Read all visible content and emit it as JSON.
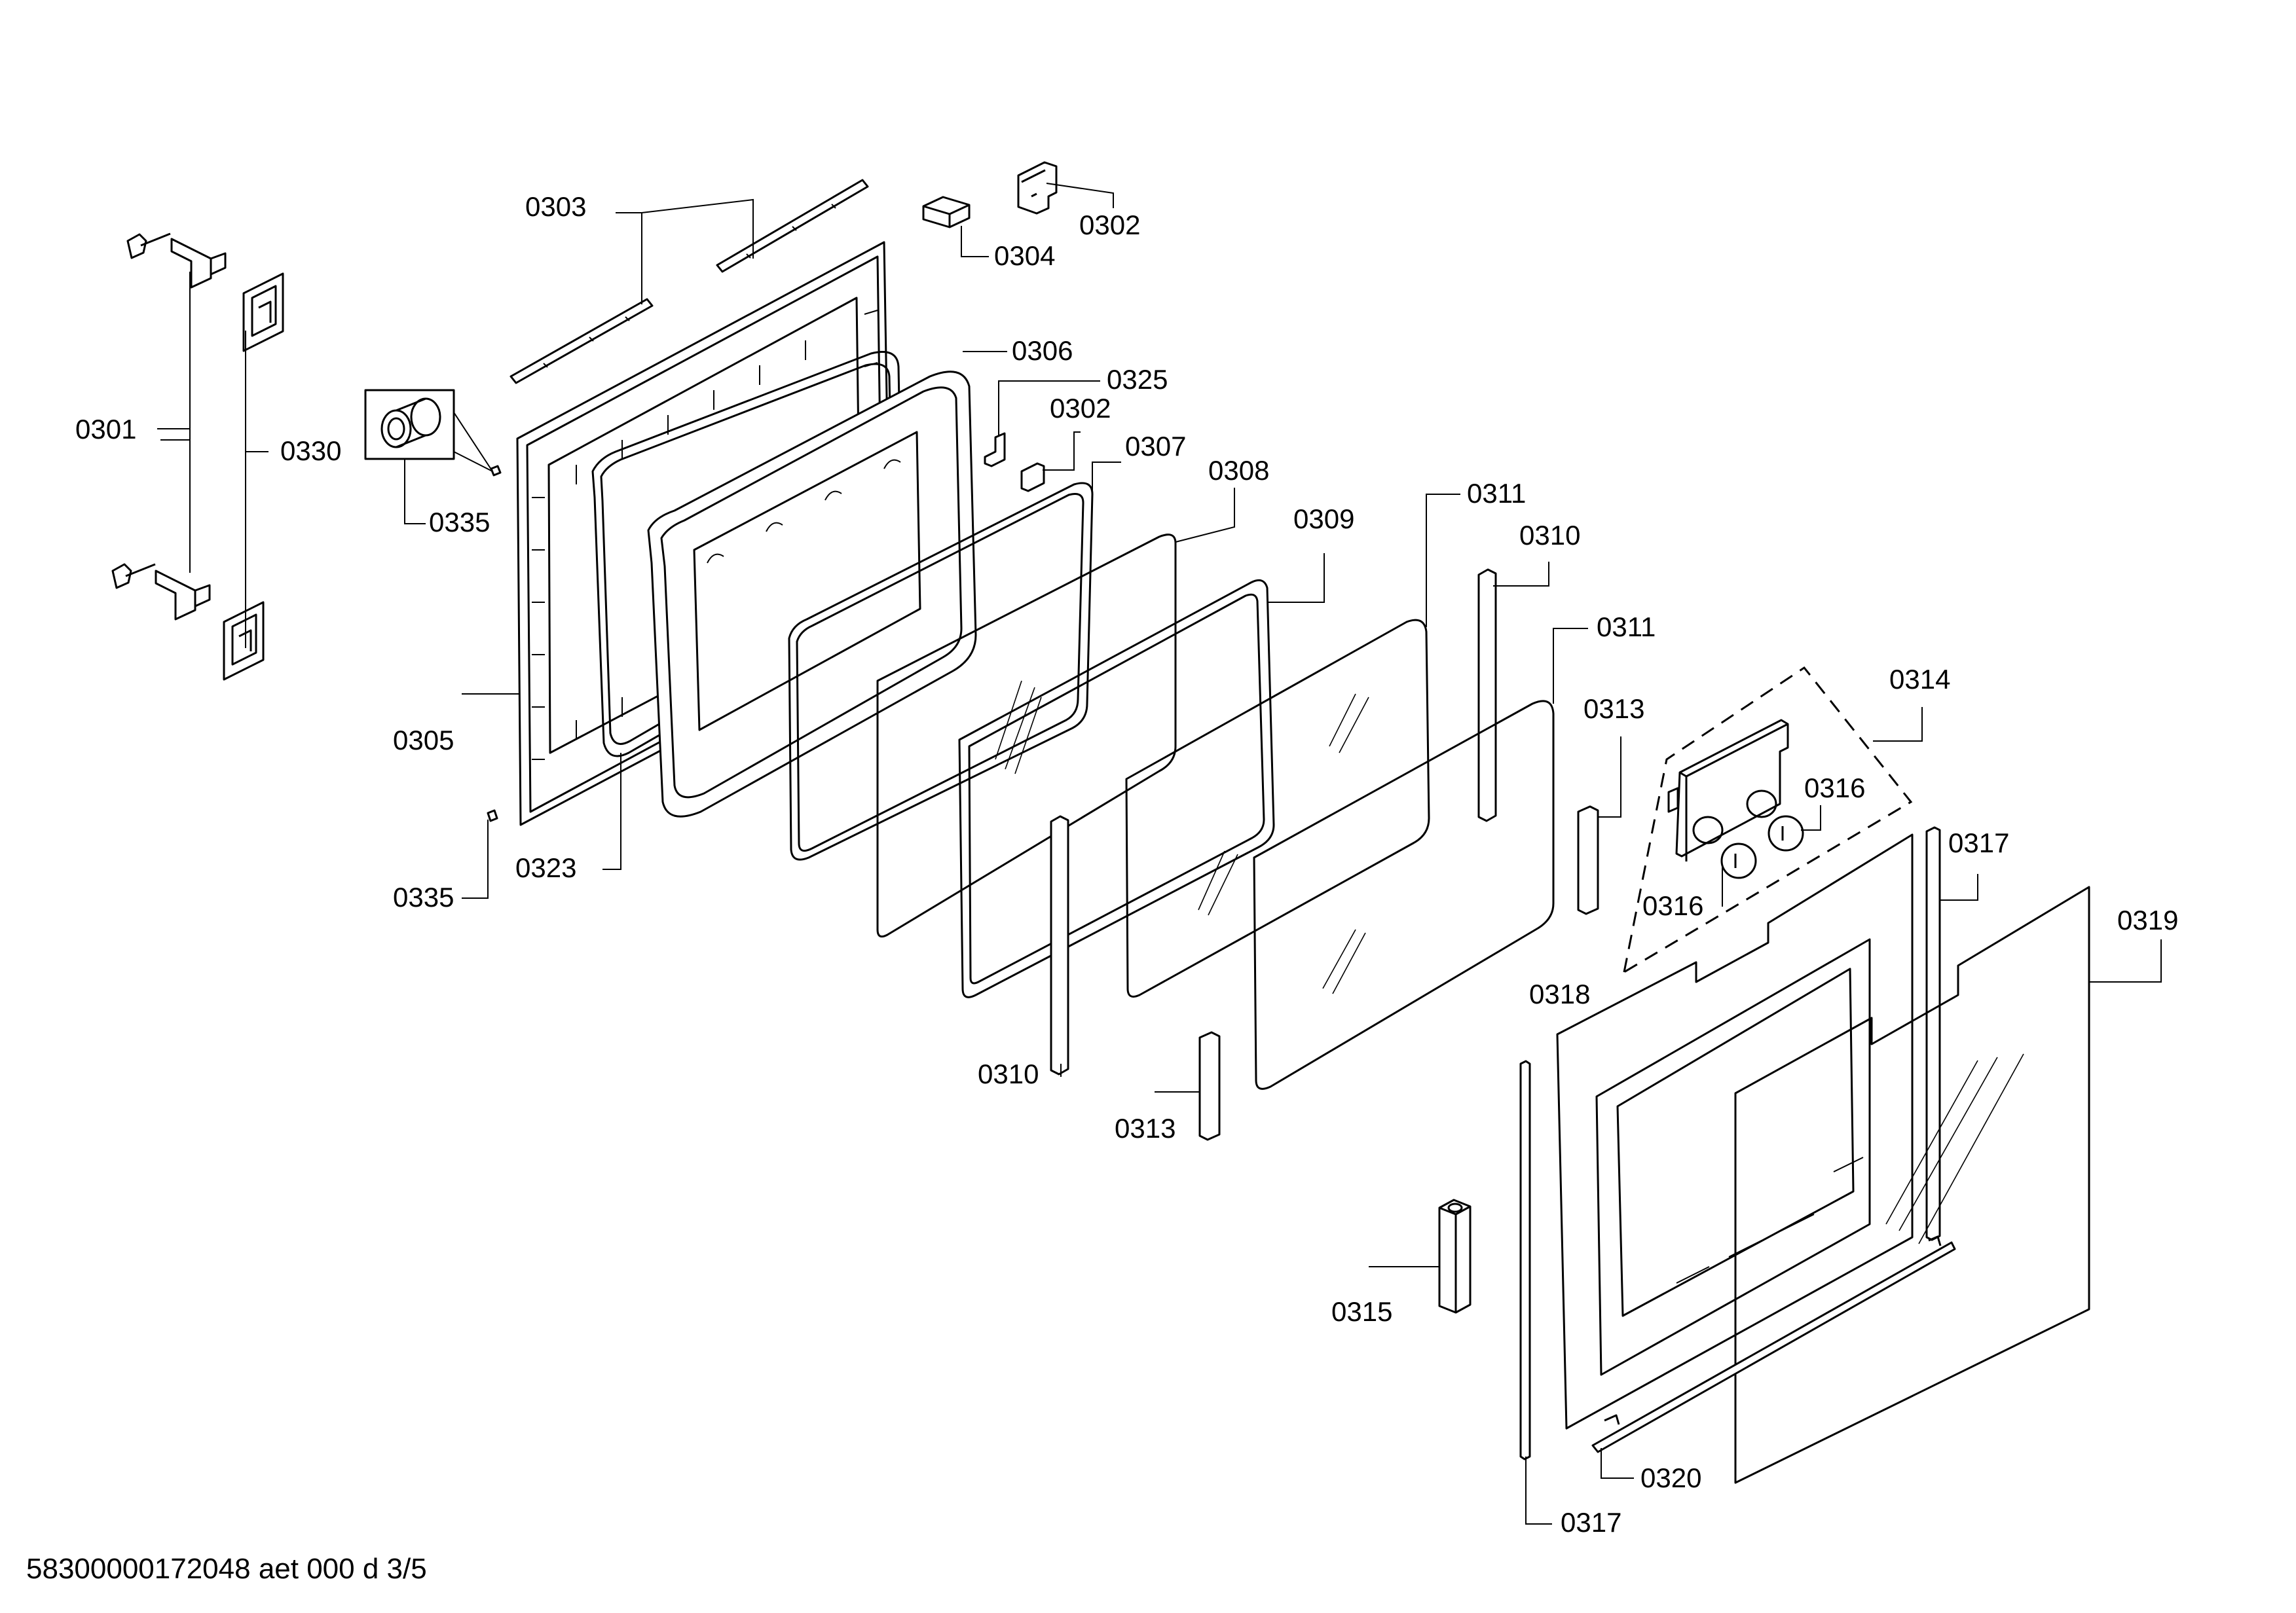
{
  "document_id": "58300000172048 aet 000 d 3/5",
  "callouts": [
    {
      "id": "c-0301",
      "label": "0301"
    },
    {
      "id": "c-0302-top",
      "label": "0302"
    },
    {
      "id": "c-0302-mid",
      "label": "0302"
    },
    {
      "id": "c-0303",
      "label": "0303"
    },
    {
      "id": "c-0304",
      "label": "0304"
    },
    {
      "id": "c-0305",
      "label": "0305"
    },
    {
      "id": "c-0306",
      "label": "0306"
    },
    {
      "id": "c-0307",
      "label": "0307"
    },
    {
      "id": "c-0308",
      "label": "0308"
    },
    {
      "id": "c-0309",
      "label": "0309"
    },
    {
      "id": "c-0310-top",
      "label": "0310"
    },
    {
      "id": "c-0310-bottom",
      "label": "0310"
    },
    {
      "id": "c-0311-top",
      "label": "0311"
    },
    {
      "id": "c-0311-mid",
      "label": "0311"
    },
    {
      "id": "c-0313-right",
      "label": "0313"
    },
    {
      "id": "c-0313-bottom",
      "label": "0313"
    },
    {
      "id": "c-0314",
      "label": "0314"
    },
    {
      "id": "c-0315",
      "label": "0315"
    },
    {
      "id": "c-0316-right",
      "label": "0316"
    },
    {
      "id": "c-0316-left",
      "label": "0316"
    },
    {
      "id": "c-0317-top",
      "label": "0317"
    },
    {
      "id": "c-0317-bottom",
      "label": "0317"
    },
    {
      "id": "c-0318",
      "label": "0318"
    },
    {
      "id": "c-0319",
      "label": "0319"
    },
    {
      "id": "c-0320",
      "label": "0320"
    },
    {
      "id": "c-0323",
      "label": "0323"
    },
    {
      "id": "c-0325",
      "label": "0325"
    },
    {
      "id": "c-0330",
      "label": "0330"
    },
    {
      "id": "c-0335-top",
      "label": "0335"
    },
    {
      "id": "c-0335-bottom",
      "label": "0335"
    }
  ]
}
